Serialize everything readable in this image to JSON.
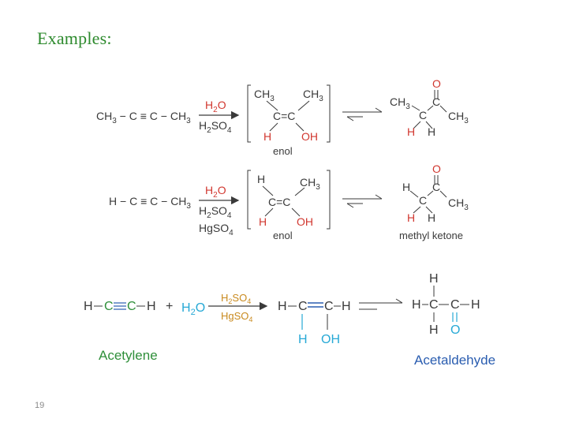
{
  "slide": {
    "title": "Examples:",
    "page_number": "19"
  },
  "reaction1": {
    "reactant": "CH3−C≡C−CH3",
    "reagent_top": "H2O",
    "reagent_bottom": "H2SO4",
    "enol_label": "enol",
    "enol_ch3_left": "CH3",
    "enol_ch3_right": "CH3",
    "enol_h": "H",
    "enol_oh": "OH",
    "product_o": "O",
    "product_ch3_left": "CH3",
    "product_ch3_right": "CH3",
    "product_h1": "H",
    "product_h2": "H"
  },
  "reaction2": {
    "reactant": "H−C≡C−CH3",
    "reagent_top": "H2O",
    "reagent_mid": "H2SO4",
    "reagent_bottom": "HgSO4",
    "enol_label": "enol",
    "product_label": "methyl ketone"
  },
  "reaction3": {
    "reactant": "H−C≡C−H",
    "plus": "+",
    "water": "H2O",
    "reagent_top": "H2SO4",
    "reagent_bottom": "HgSO4",
    "reactant_label": "Acetylene",
    "product_label": "Acetaldehyde"
  },
  "colors": {
    "title": "#2d8a2d",
    "red": "#d1372f",
    "blue": "#2a5db0",
    "green": "#2f8f3a",
    "orange": "#c98a1e",
    "cyan": "#27a9d6",
    "dark": "#3a3a3a"
  }
}
